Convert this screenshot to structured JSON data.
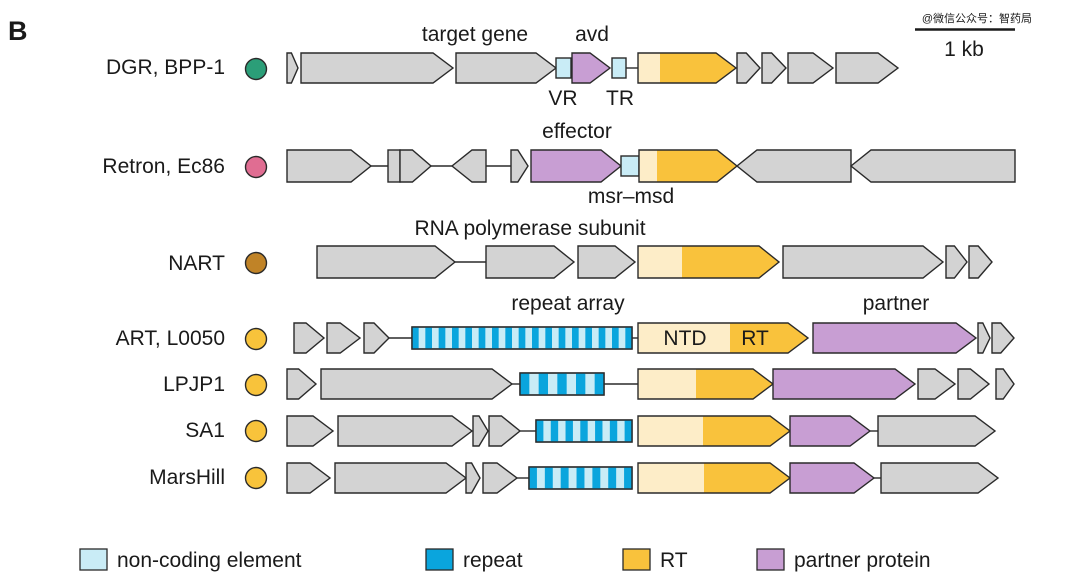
{
  "panel_label": "B",
  "watermark": "@微信公众号：智药局",
  "scale_bar": {
    "label": "1 kb"
  },
  "colors": {
    "gene": "#d3d3d3",
    "noncoding": "#c9ecf6",
    "repeat": "#0aa5dd",
    "rt": "#f9c23c",
    "ntd": "#fdedc8",
    "partner": "#c89ed3",
    "stroke": "#2a2a2a",
    "dot_dgr": "#2b9e78",
    "dot_retron": "#e06d92",
    "dot_nart": "#c08327",
    "dot_art": "#f8c33b"
  },
  "rows": [
    {
      "name": "DGR, BPP-1",
      "dot": "dot_dgr"
    },
    {
      "name": "Retron, Ec86",
      "dot": "dot_retron"
    },
    {
      "name": "NART",
      "dot": "dot_nart"
    },
    {
      "name": "ART, L0050",
      "dot": "dot_art"
    },
    {
      "name": "LPJP1",
      "dot": "dot_art"
    },
    {
      "name": "SA1",
      "dot": "dot_art"
    },
    {
      "name": "MarsHill",
      "dot": "dot_art"
    }
  ],
  "annotations": {
    "target_gene": "target gene",
    "avd": "avd",
    "vr": "VR",
    "tr": "TR",
    "effector": "effector",
    "msr_msd": "msr–msd",
    "rna_pol": "RNA polymerase subunit",
    "repeat_array": "repeat array",
    "partner": "partner",
    "ntd": "NTD",
    "rt": "RT"
  },
  "legend": [
    {
      "label": "non-coding element",
      "color": "noncoding"
    },
    {
      "label": "repeat",
      "color": "repeat"
    },
    {
      "label": "RT",
      "color": "rt"
    },
    {
      "label": "partner protein",
      "color": "partner"
    }
  ]
}
